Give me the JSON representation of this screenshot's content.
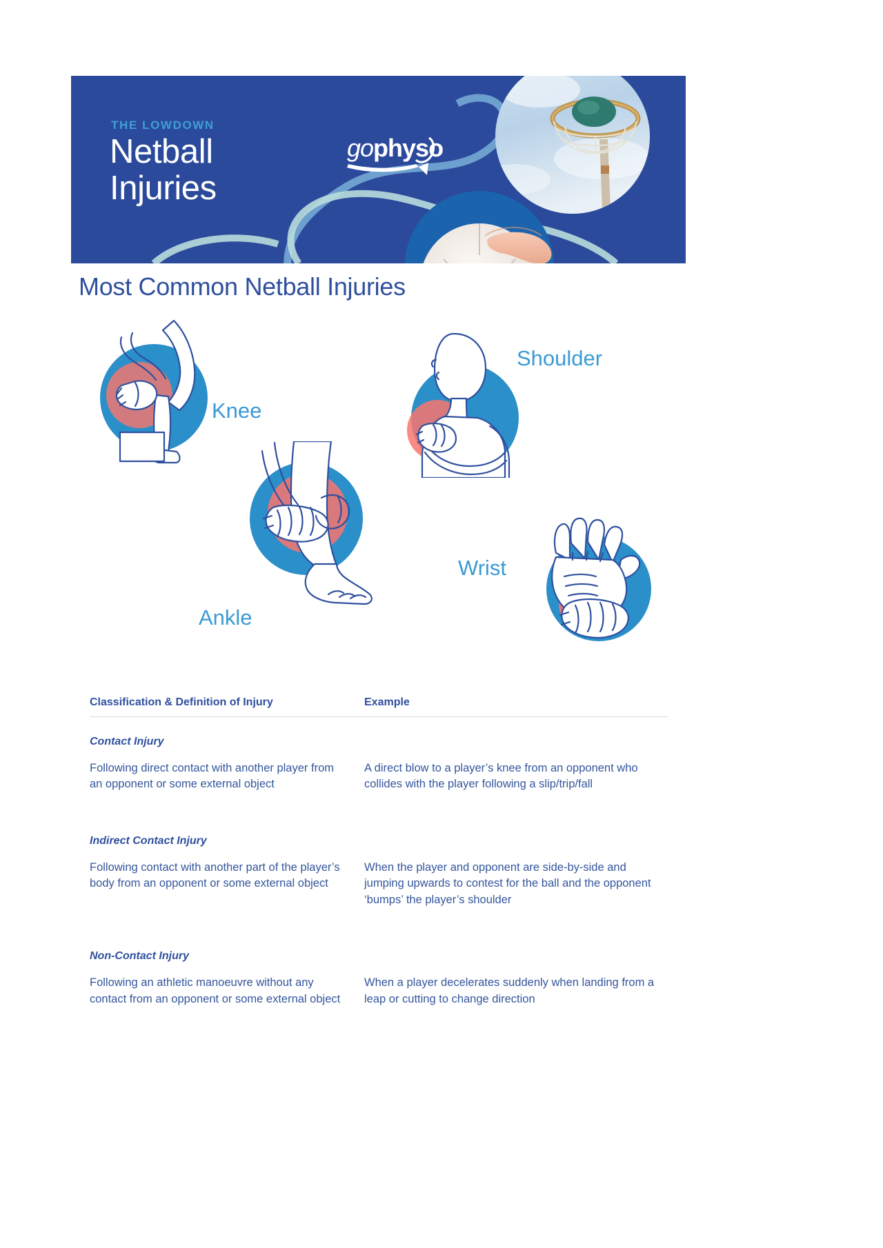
{
  "banner": {
    "eyebrow": "THE LOWDOWN",
    "title_line1": "Netball",
    "title_line2": "Injuries",
    "logo_go": "go",
    "logo_phys": "phys",
    "logo_o": "o",
    "bg_color": "#2b4a9b",
    "eyebrow_color": "#3f9fd4",
    "photo_hoop_alt": "netball-hoop-photo",
    "photo_ball_alt": "hands-holding-netball-photo"
  },
  "section": {
    "heading": "Most Common Netball Injuries",
    "heading_color": "#2f4f9e"
  },
  "injuries": {
    "label_color": "#3a9ad4",
    "circle_color": "#2b8fc9",
    "pain_color": "#f8766e",
    "line_color": "#2f4f9e",
    "items": [
      {
        "label": "Knee",
        "icon": "knee-injury-illustration"
      },
      {
        "label": "Shoulder",
        "icon": "shoulder-injury-illustration"
      },
      {
        "label": "Ankle",
        "icon": "ankle-injury-illustration"
      },
      {
        "label": "Wrist",
        "icon": "wrist-injury-illustration"
      }
    ]
  },
  "table": {
    "headers": [
      "Classification & Definition of Injury",
      "Example"
    ],
    "rows": [
      {
        "title": "Contact Injury",
        "definition": "Following direct contact with another player from an opponent or some external object",
        "example": "A direct blow to a player’s knee from an opponent who collides with the player following a slip/trip/fall"
      },
      {
        "title": "Indirect Contact Injury",
        "definition": "Following contact with another part of the player’s body from an opponent or some external object",
        "example": "When the player and opponent are side-by-side and jumping upwards to contest for the ball and the opponent ‘bumps’ the player’s shoulder"
      },
      {
        "title": "Non-Contact Injury",
        "definition": "Following an athletic manoeuvre without any contact from an opponent or some external object",
        "example": "When a player decelerates suddenly when landing from a leap or cutting to change direction"
      }
    ]
  }
}
